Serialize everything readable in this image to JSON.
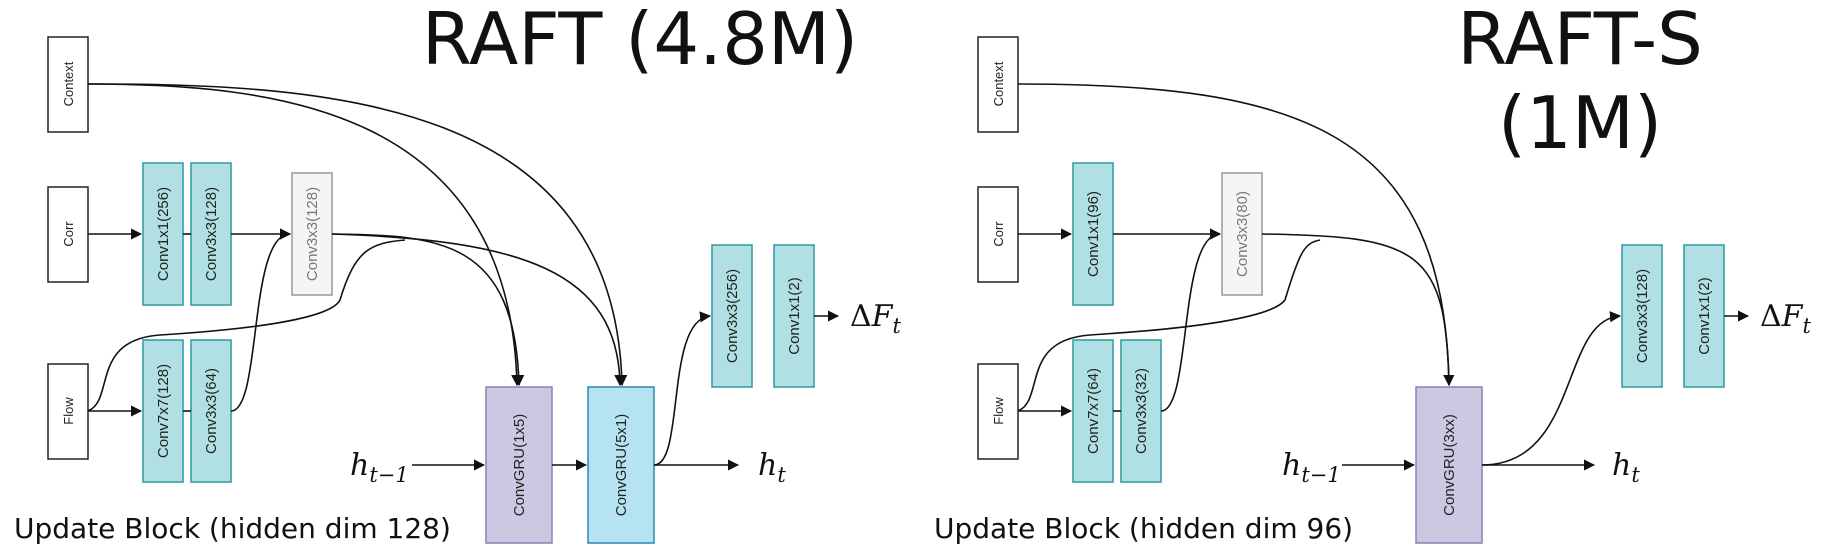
{
  "panels": [
    {
      "title_lines": [
        "RAFT (4.8M)"
      ],
      "caption": "Update Block (hidden dim 128)",
      "inputs": {
        "context": "Context",
        "corr": "Corr",
        "flow": "Flow"
      },
      "corr_convs": [
        "Conv1x1(256)",
        "Conv3x3(128)"
      ],
      "flow_convs": [
        "Conv7x7(128)",
        "Conv3x3(64)"
      ],
      "merge_conv": "Conv3x3(128)",
      "grus": [
        "ConvGRU(1x5)",
        "ConvGRU(5x1)"
      ],
      "head_convs": [
        "Conv3x3(256)",
        "Conv1x1(2)"
      ],
      "h_prev": {
        "base": "h",
        "sub": "t−1"
      },
      "h_next": {
        "base": "h",
        "sub": "t"
      },
      "delta_out": {
        "prefix": "Δ",
        "base": "F",
        "sub": "t"
      }
    },
    {
      "title_lines": [
        "RAFT-S",
        "(1M)"
      ],
      "caption": "Update Block (hidden dim 96)",
      "inputs": {
        "context": "Context",
        "corr": "Corr",
        "flow": "Flow"
      },
      "corr_convs": [
        "Conv1x1(96)"
      ],
      "flow_convs": [
        "Conv7x7(64)",
        "Conv3x3(32)"
      ],
      "merge_conv": "Conv3x3(80)",
      "grus": [
        "ConvGRU(3xx)"
      ],
      "head_convs": [
        "Conv3x3(128)",
        "Conv1x1(2)"
      ],
      "h_prev": {
        "base": "h",
        "sub": "t−1"
      },
      "h_next": {
        "base": "h",
        "sub": "t"
      },
      "delta_out": {
        "prefix": "Δ",
        "base": "F",
        "sub": "t"
      }
    }
  ],
  "colors": {
    "conv_fill": "#b0e0e3",
    "conv_stroke": "#2a9a9d",
    "merge_fill": "#f5f5f5",
    "merge_stroke": "#999999",
    "gru1_fill": "#cdc7e1",
    "gru1_stroke": "#8a80b5",
    "gru2_fill": "#b5e3f2",
    "gru2_stroke": "#2a8ab0",
    "gru_small_fill": "#cdc7e1",
    "gru_small_stroke": "#8a80b5",
    "input_fill": "#ffffff",
    "input_stroke": "#222222",
    "line": "#111111"
  }
}
